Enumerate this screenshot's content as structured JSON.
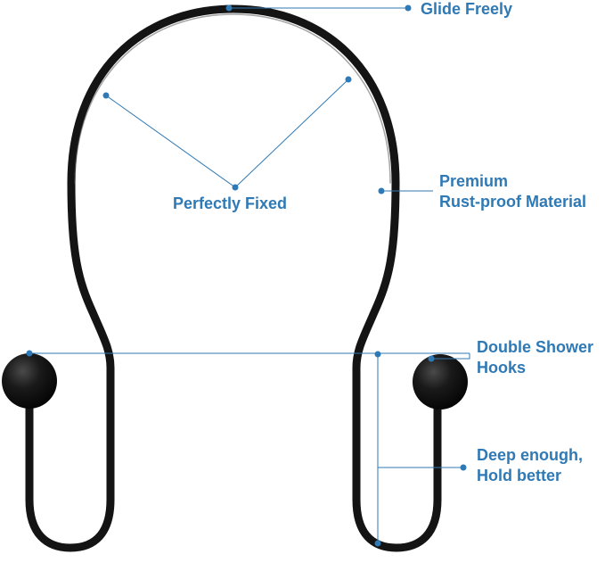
{
  "colors": {
    "accent": "#2f79b5",
    "hook": "#141414",
    "background": "#ffffff"
  },
  "callouts": {
    "glide_freely": "Glide Freely",
    "perfectly_fixed": "Perfectly Fixed",
    "premium_line1": "Premium",
    "premium_line2": "Rust-proof Material",
    "double_line1": "Double Shower",
    "double_line2": "Hooks",
    "deep_line1": "Deep enough,",
    "deep_line2": "Hold better"
  }
}
